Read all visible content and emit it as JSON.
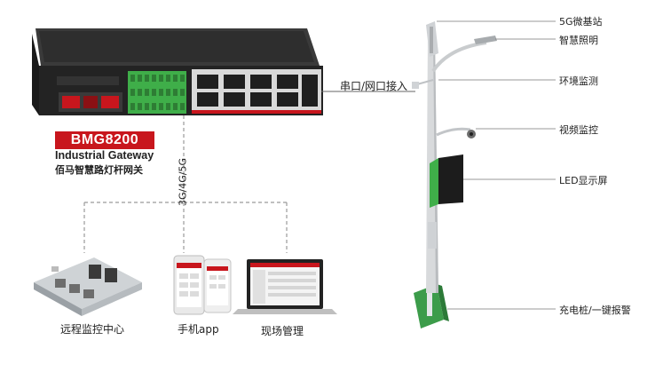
{
  "device": {
    "badge": "BMG8200",
    "subtitle": "Industrial Gateway",
    "cn_name": "佰马智慧路灯杆网关"
  },
  "links": {
    "network": "3G/4G/5G",
    "serial": "串口/网口接入"
  },
  "clients": [
    {
      "label": "远程监控中心",
      "icon": "control-room-icon"
    },
    {
      "label": "手机app",
      "icon": "smartphone-icon"
    },
    {
      "label": "现场管理",
      "icon": "laptop-icon"
    }
  ],
  "pole_features": [
    {
      "label": "5G微基站",
      "icon": "base-station-icon"
    },
    {
      "label": "智慧照明",
      "icon": "lamp-icon"
    },
    {
      "label": "环境监测",
      "icon": "sensor-icon"
    },
    {
      "label": "视频监控",
      "icon": "camera-icon"
    },
    {
      "label": "LED显示屏",
      "icon": "led-screen-icon"
    },
    {
      "label": "充电桩/一键报警",
      "icon": "charger-icon"
    }
  ],
  "colors": {
    "brand_red": "#c8161d",
    "terminal_green": "#3fae49",
    "device_body": "#2b2b2b",
    "pole_gray": "#d8dadc",
    "dashed_line": "#9a9a9a"
  }
}
